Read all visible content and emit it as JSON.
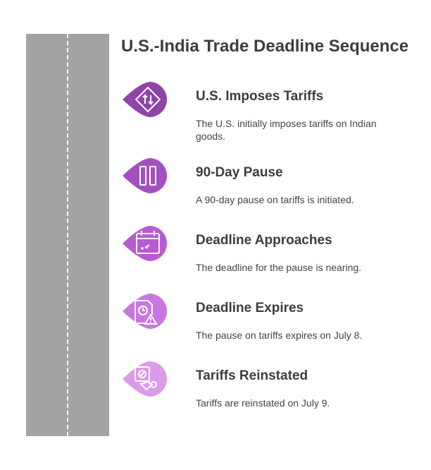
{
  "title": "U.S.-India Trade Deadline Sequence",
  "steps": [
    {
      "title": "U.S. Imposes Tariffs",
      "description": "The U.S. initially imposes tariffs on Indian goods.",
      "color": "#8e44a8",
      "icon": "road-sign-icon"
    },
    {
      "title": "90-Day Pause",
      "description": "A 90-day pause on tariffs is initiated.",
      "color": "#a450c0",
      "icon": "pause-icon"
    },
    {
      "title": "Deadline Approaches",
      "description": "The deadline for the pause is nearing.",
      "color": "#b85ad2",
      "icon": "calendar-icon"
    },
    {
      "title": "Deadline Expires",
      "description": "The pause on tariffs expires on July 8.",
      "color": "#c877e0",
      "icon": "expired-document-icon"
    },
    {
      "title": "Tariffs Reinstated",
      "description": "Tariffs are reinstated on July 9.",
      "color": "#dc9be8",
      "icon": "reinstated-icon"
    }
  ]
}
